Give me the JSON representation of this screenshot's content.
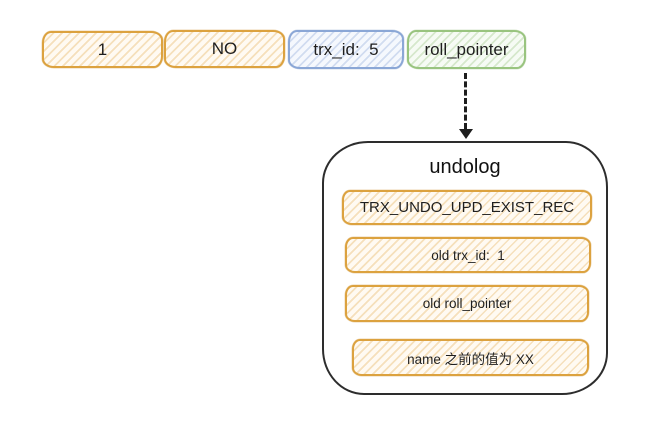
{
  "record_row": {
    "cells": [
      {
        "label": "1",
        "scheme": "orange"
      },
      {
        "label": "NO",
        "scheme": "orange"
      },
      {
        "label": "trx_id:  5",
        "scheme": "blue"
      },
      {
        "label": "roll_pointer",
        "scheme": "green"
      }
    ]
  },
  "undolog": {
    "title": "undolog",
    "entries": [
      {
        "label": "TRX_UNDO_UPD_EXIST_REC"
      },
      {
        "label": "old trx_id:  1"
      },
      {
        "label": "old roll_pointer"
      },
      {
        "label": "name 之前的值为 XX"
      }
    ]
  },
  "colors": {
    "orange_border": "#dca23f",
    "blue_border": "#8ba7d6",
    "green_border": "#99c47f",
    "container_border": "#2d2d2d",
    "arrow": "#1e1e1e",
    "text": "#1f1f1f",
    "background": "#ffffff"
  }
}
